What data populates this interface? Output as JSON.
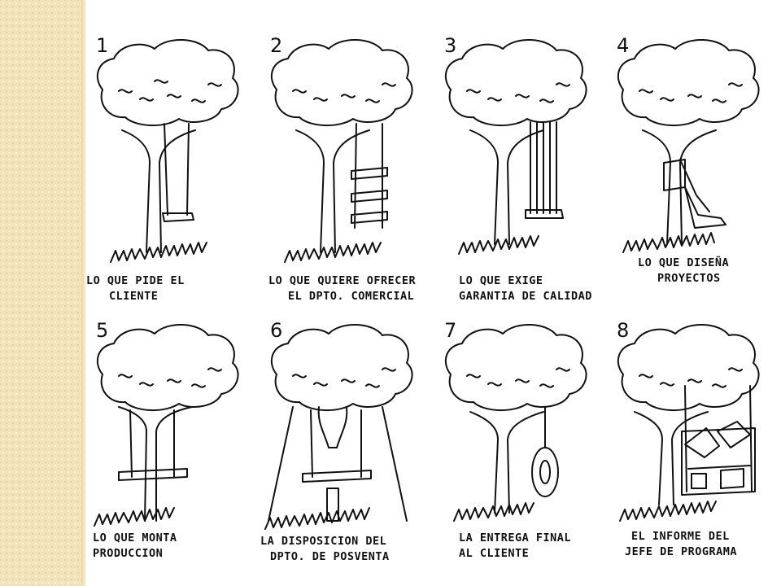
{
  "panels": [
    {
      "number": "1",
      "caption": [
        "LO QUE PIDE EL",
        "CLIENTE"
      ],
      "swing": "simple-swing"
    },
    {
      "number": "2",
      "caption": [
        "LO QUE QUIERE OFRECER",
        "EL DPTO. COMERCIAL"
      ],
      "swing": "ladder"
    },
    {
      "number": "3",
      "caption": [
        "LO QUE EXIGE",
        "GARANTIA DE CALIDAD"
      ],
      "swing": "multi-rope-swing"
    },
    {
      "number": "4",
      "caption": [
        "LO QUE DISEÑA",
        "PROYECTOS"
      ],
      "swing": "swing-on-trunk"
    },
    {
      "number": "5",
      "caption": [
        "LO QUE MONTA",
        "PRODUCCION"
      ],
      "swing": "board-through-trunk"
    },
    {
      "number": "6",
      "caption": [
        "LA DISPOSICION DEL",
        "DPTO. DE POSVENTA"
      ],
      "swing": "propped-swing"
    },
    {
      "number": "7",
      "caption": [
        "LA ENTREGA FINAL",
        "AL CLIENTE"
      ],
      "swing": "tire-swing"
    },
    {
      "number": "8",
      "caption": [
        "EL INFORME DEL",
        "JEFE DE PROGRAMA"
      ],
      "swing": "luxury-swing"
    }
  ]
}
